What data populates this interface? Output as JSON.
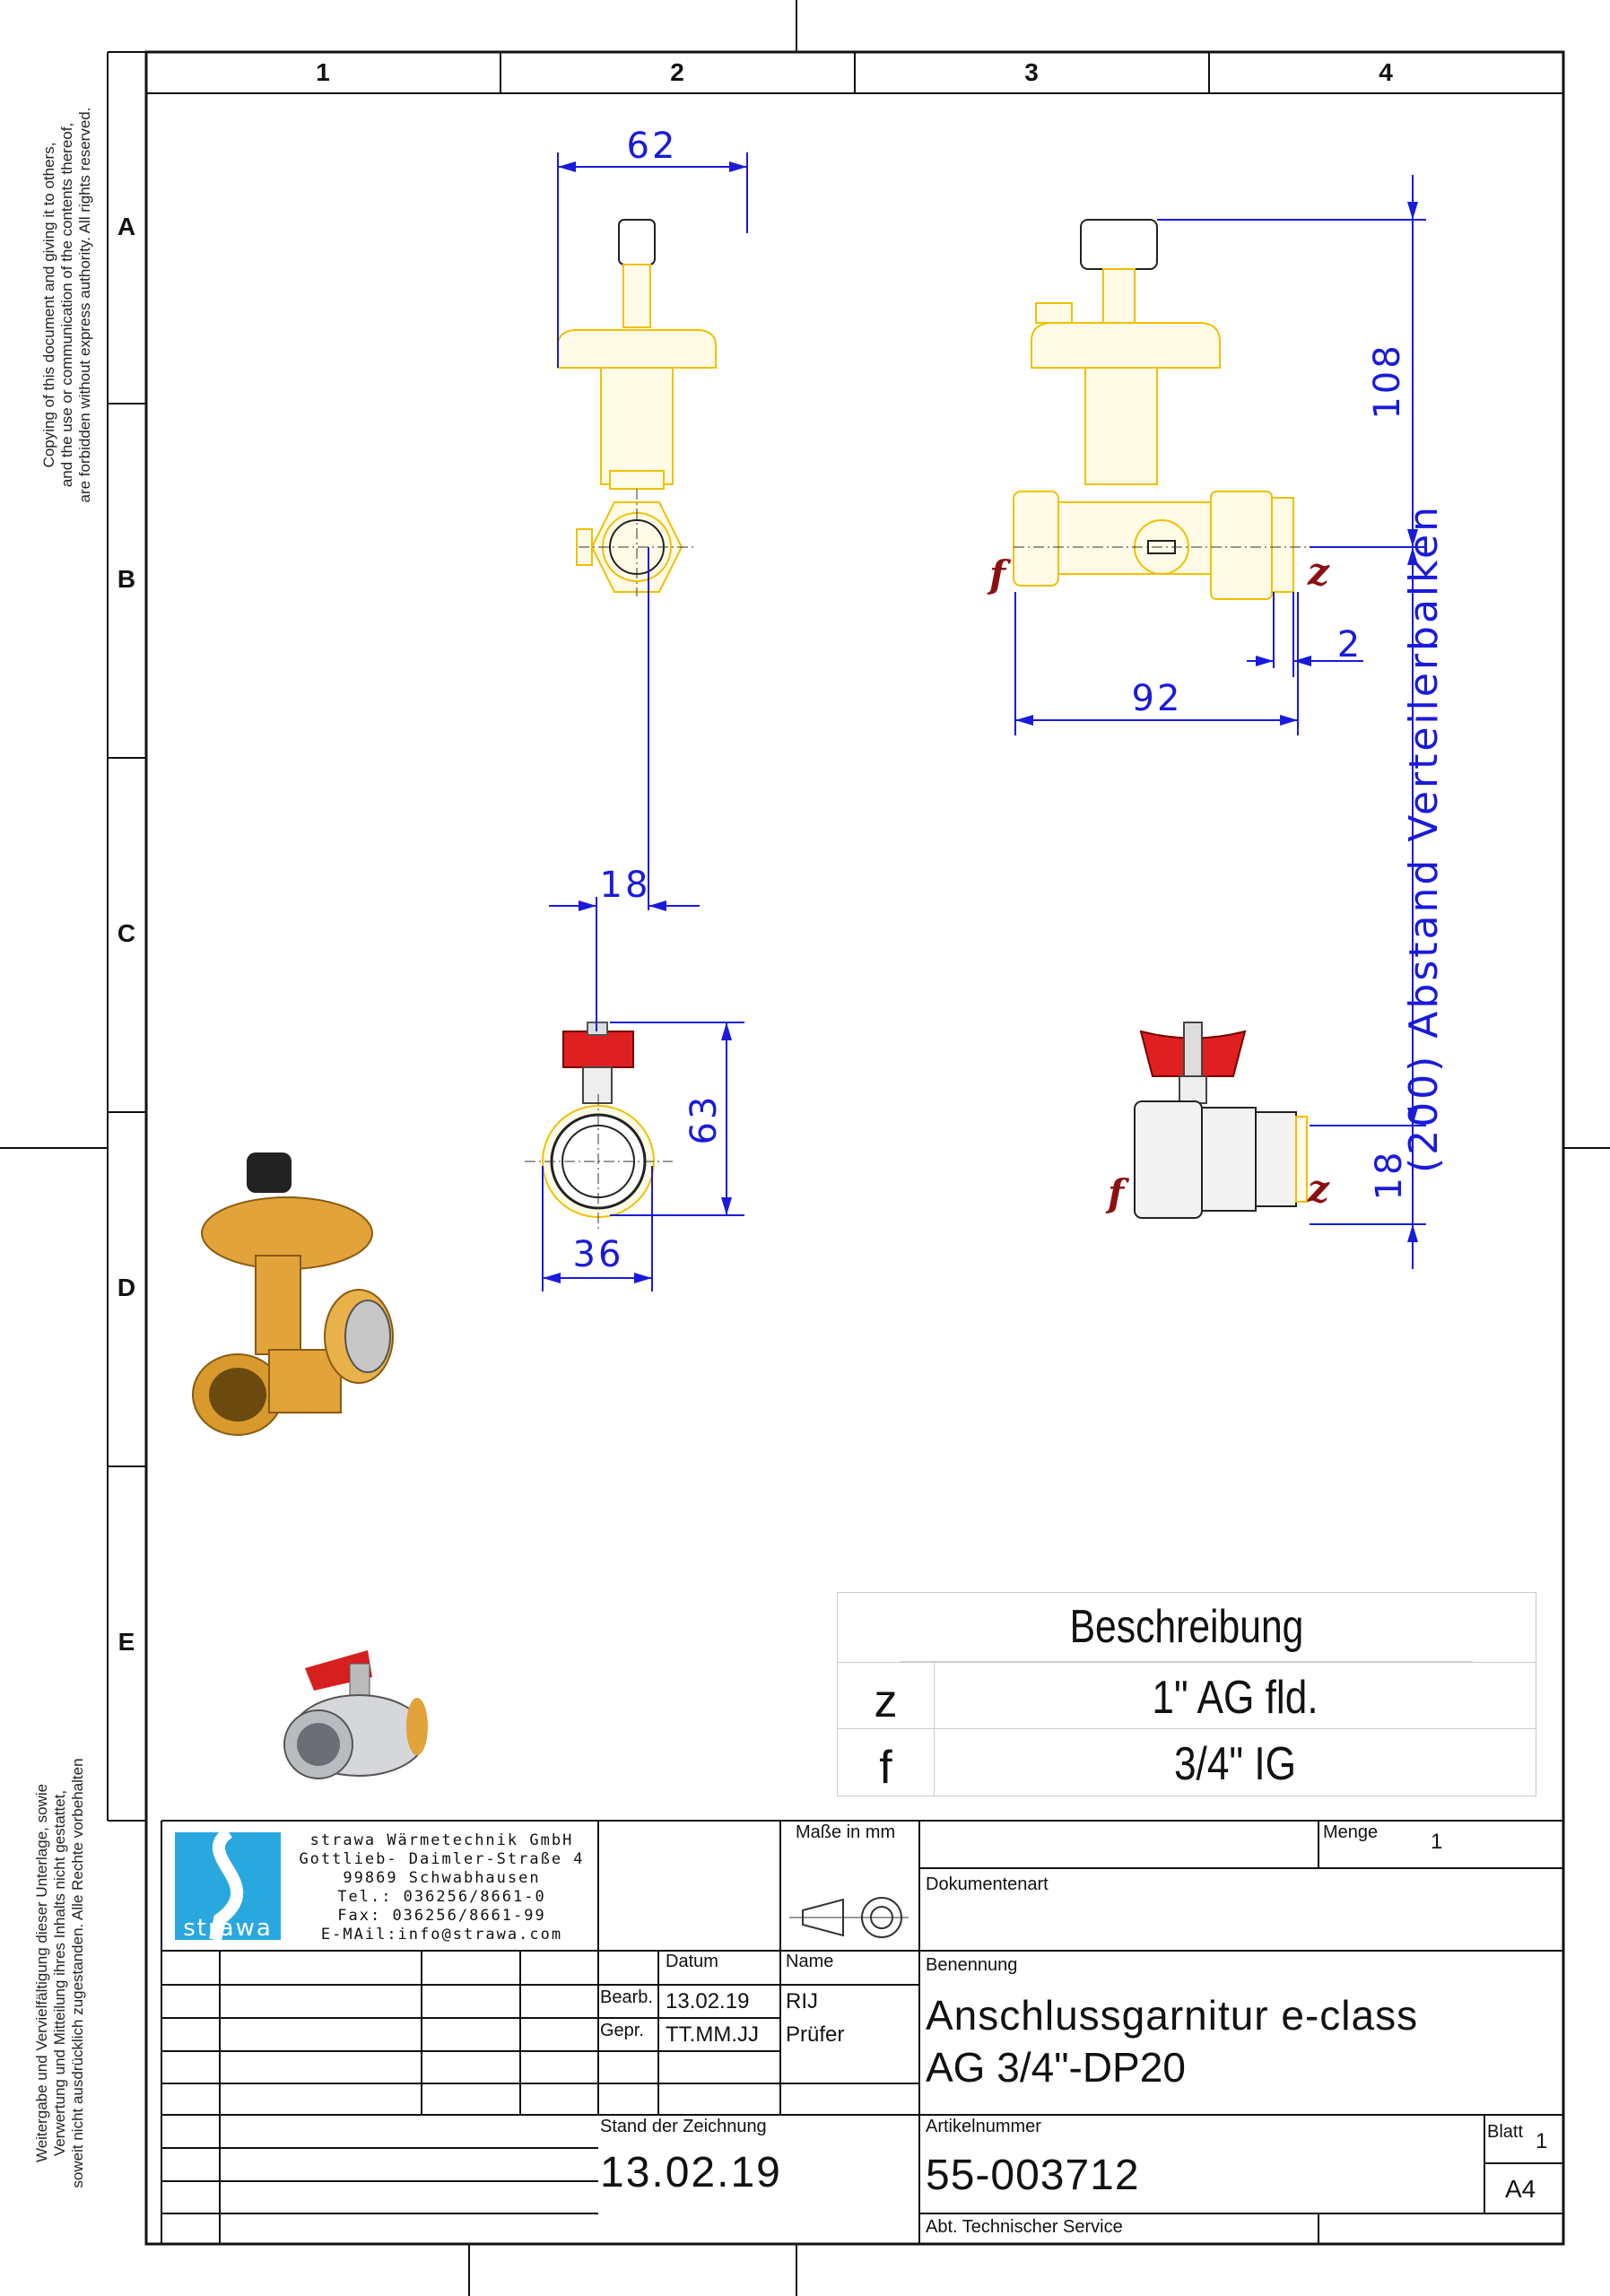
{
  "frame": {
    "columns": [
      "1",
      "2",
      "3",
      "4"
    ],
    "rows": [
      "A",
      "B",
      "C",
      "D",
      "E"
    ],
    "side_note_top": [
      "Copying of this document and giving it to others,",
      "and the use or communication of the contents thereof,",
      "are forbidden without express authority. All rights reserved."
    ],
    "side_note_bottom": [
      "Weitergabe und Vervielfältigung dieser Unterlage, sowie",
      "Verwertung und Mitteilung ihres Inhalts nicht gestattet,",
      "soweit nicht ausdrücklich zugestanden. Alle Rechte vorbehalten"
    ]
  },
  "dimensions": {
    "d62": "62",
    "d108": "108",
    "d2": "2",
    "d92": "92",
    "d18_top": "18",
    "d200": "(200) Abstand Verteilerbalken",
    "d63": "63",
    "d36": "36",
    "d18_side": "18"
  },
  "ports": {
    "f": "f",
    "z": "z"
  },
  "description": {
    "title": "Beschreibung",
    "rows": [
      {
        "key": "z",
        "value": "1\" AG fld."
      },
      {
        "key": "f",
        "value": "3/4\" IG"
      }
    ]
  },
  "company": {
    "logo_text": "strawa",
    "lines": [
      "strawa Wärmetechnik GmbH",
      "Gottlieb- Daimler-Straße 4",
      "99869 Schwabhausen",
      "Tel.: 036256/8661-0",
      "Fax: 036256/8661-99",
      "E-MAil:info@strawa.com"
    ]
  },
  "titleblock": {
    "units": "Maße in mm",
    "menge_label": "Menge",
    "menge_value": "1",
    "dokumentenart_label": "Dokumentenart",
    "datum_label": "Datum",
    "name_label": "Name",
    "benennung_label": "Benennung",
    "bearb_label": "Bearb.",
    "bearb_date": "13.02.19",
    "bearb_name": "RIJ",
    "gepr_label": "Gepr.",
    "gepr_date": "TT.MM.JJ",
    "gepr_name": "Prüfer",
    "title_line1": "Anschlussgarnitur e-class",
    "title_line2": "AG 3/4\"-DP20",
    "stand_label": "Stand der Zeichnung",
    "stand_value": "13.02.19",
    "artikel_label": "Artikelnummer",
    "artikel_value": "55-003712",
    "blatt_label": "Blatt",
    "blatt_value": "1",
    "format_value": "A4",
    "dept": "Abt. Technischer Service"
  },
  "colors": {
    "dimension": "#1a1adc",
    "port_label": "#8b1010",
    "part_outline": "#f0c000",
    "logo_bg": "#29a8e0"
  }
}
